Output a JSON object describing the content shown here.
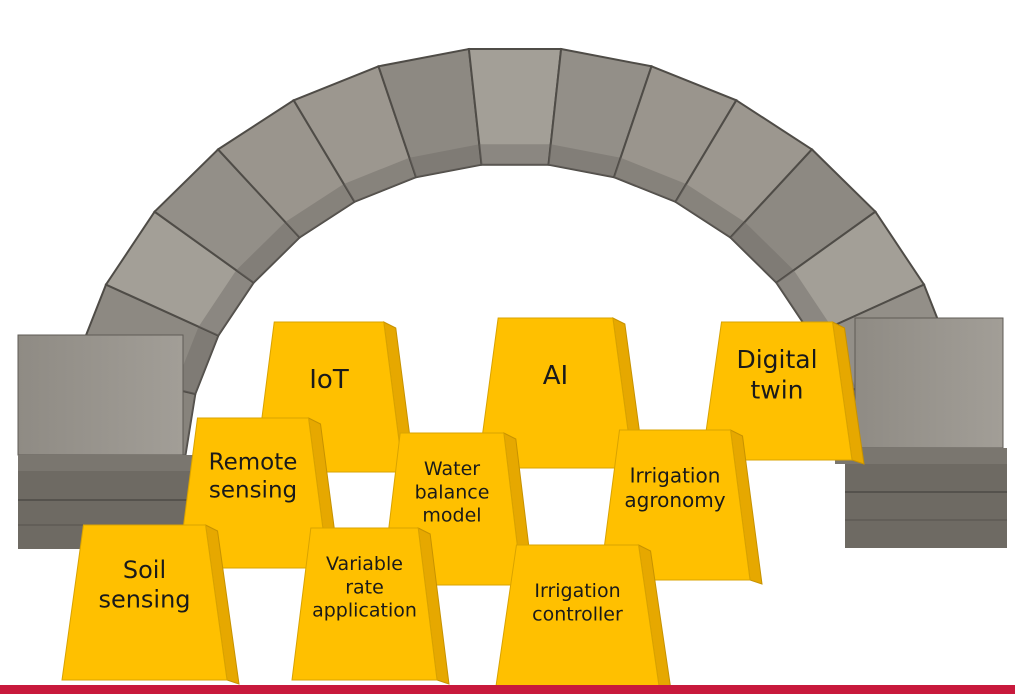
{
  "blocks": [
    {
      "id": "iot",
      "lines": [
        "IoT"
      ]
    },
    {
      "id": "ai",
      "lines": [
        "AI"
      ]
    },
    {
      "id": "digital-twin",
      "lines": [
        "Digital",
        "twin"
      ]
    },
    {
      "id": "remote-sensing",
      "lines": [
        "Remote",
        "sensing"
      ]
    },
    {
      "id": "water-balance-model",
      "lines": [
        "Water",
        "balance",
        "model"
      ]
    },
    {
      "id": "irrigation-agronomy",
      "lines": [
        "Irrigation",
        "agronomy"
      ]
    },
    {
      "id": "soil-sensing",
      "lines": [
        "Soil",
        "sensing"
      ]
    },
    {
      "id": "variable-rate-application",
      "lines": [
        "Variable",
        "rate",
        "application"
      ]
    },
    {
      "id": "irrigation-controller",
      "lines": [
        "Irrigation",
        "controller"
      ]
    }
  ],
  "colors": {
    "block_face": "#FFC000",
    "block_side": "#E6A800",
    "stone": "#9a968f",
    "stone_dark": "#6f6b65",
    "footer_bar": "#C8193C"
  }
}
